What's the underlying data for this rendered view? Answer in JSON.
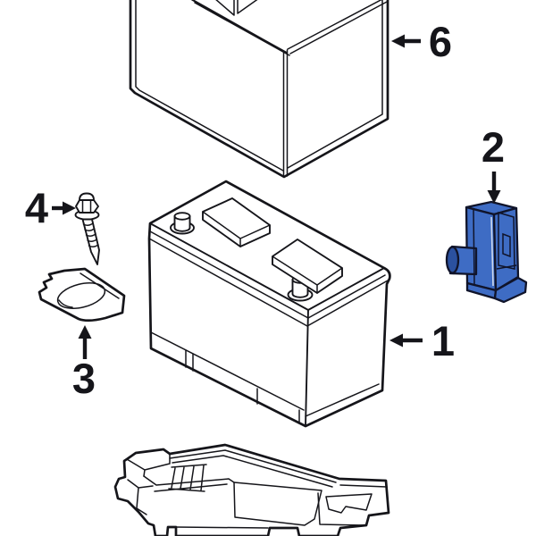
{
  "diagram": {
    "type": "auto-parts-exploded-diagram",
    "background": "#ffffff",
    "colors": {
      "line": "#15151a",
      "sensor_blue": "#3e6cc4",
      "sensor_blue_dark": "#2b519f",
      "sensor_outline": "#10142a",
      "label_text": "#15151a"
    },
    "callouts": [
      {
        "text": "1",
        "arrow_direction": "left",
        "target": "battery"
      },
      {
        "text": "2",
        "arrow_direction": "down",
        "target": "battery-sensor"
      },
      {
        "text": "3",
        "arrow_direction": "up",
        "target": "battery-hold-down-clamp"
      },
      {
        "text": "4",
        "arrow_direction": "right",
        "target": "hold-down-bolt"
      },
      {
        "text": "6",
        "arrow_direction": "left",
        "target": "battery-box-cover"
      }
    ],
    "parts": [
      {
        "callout": "6",
        "name": "battery box cover, open box, cropped at top"
      },
      {
        "callout": "1",
        "name": "battery with two terminal posts and two top blocks"
      },
      {
        "callout": "2",
        "name": "battery current sensor, blue highlighted"
      },
      {
        "callout": "3",
        "name": "battery hold-down clamp wedge"
      },
      {
        "callout": "4",
        "name": "hold-down hex bolt with washer and threads"
      },
      {
        "callout": "",
        "name": "battery tray, cropped at bottom, unlabeled"
      }
    ]
  }
}
